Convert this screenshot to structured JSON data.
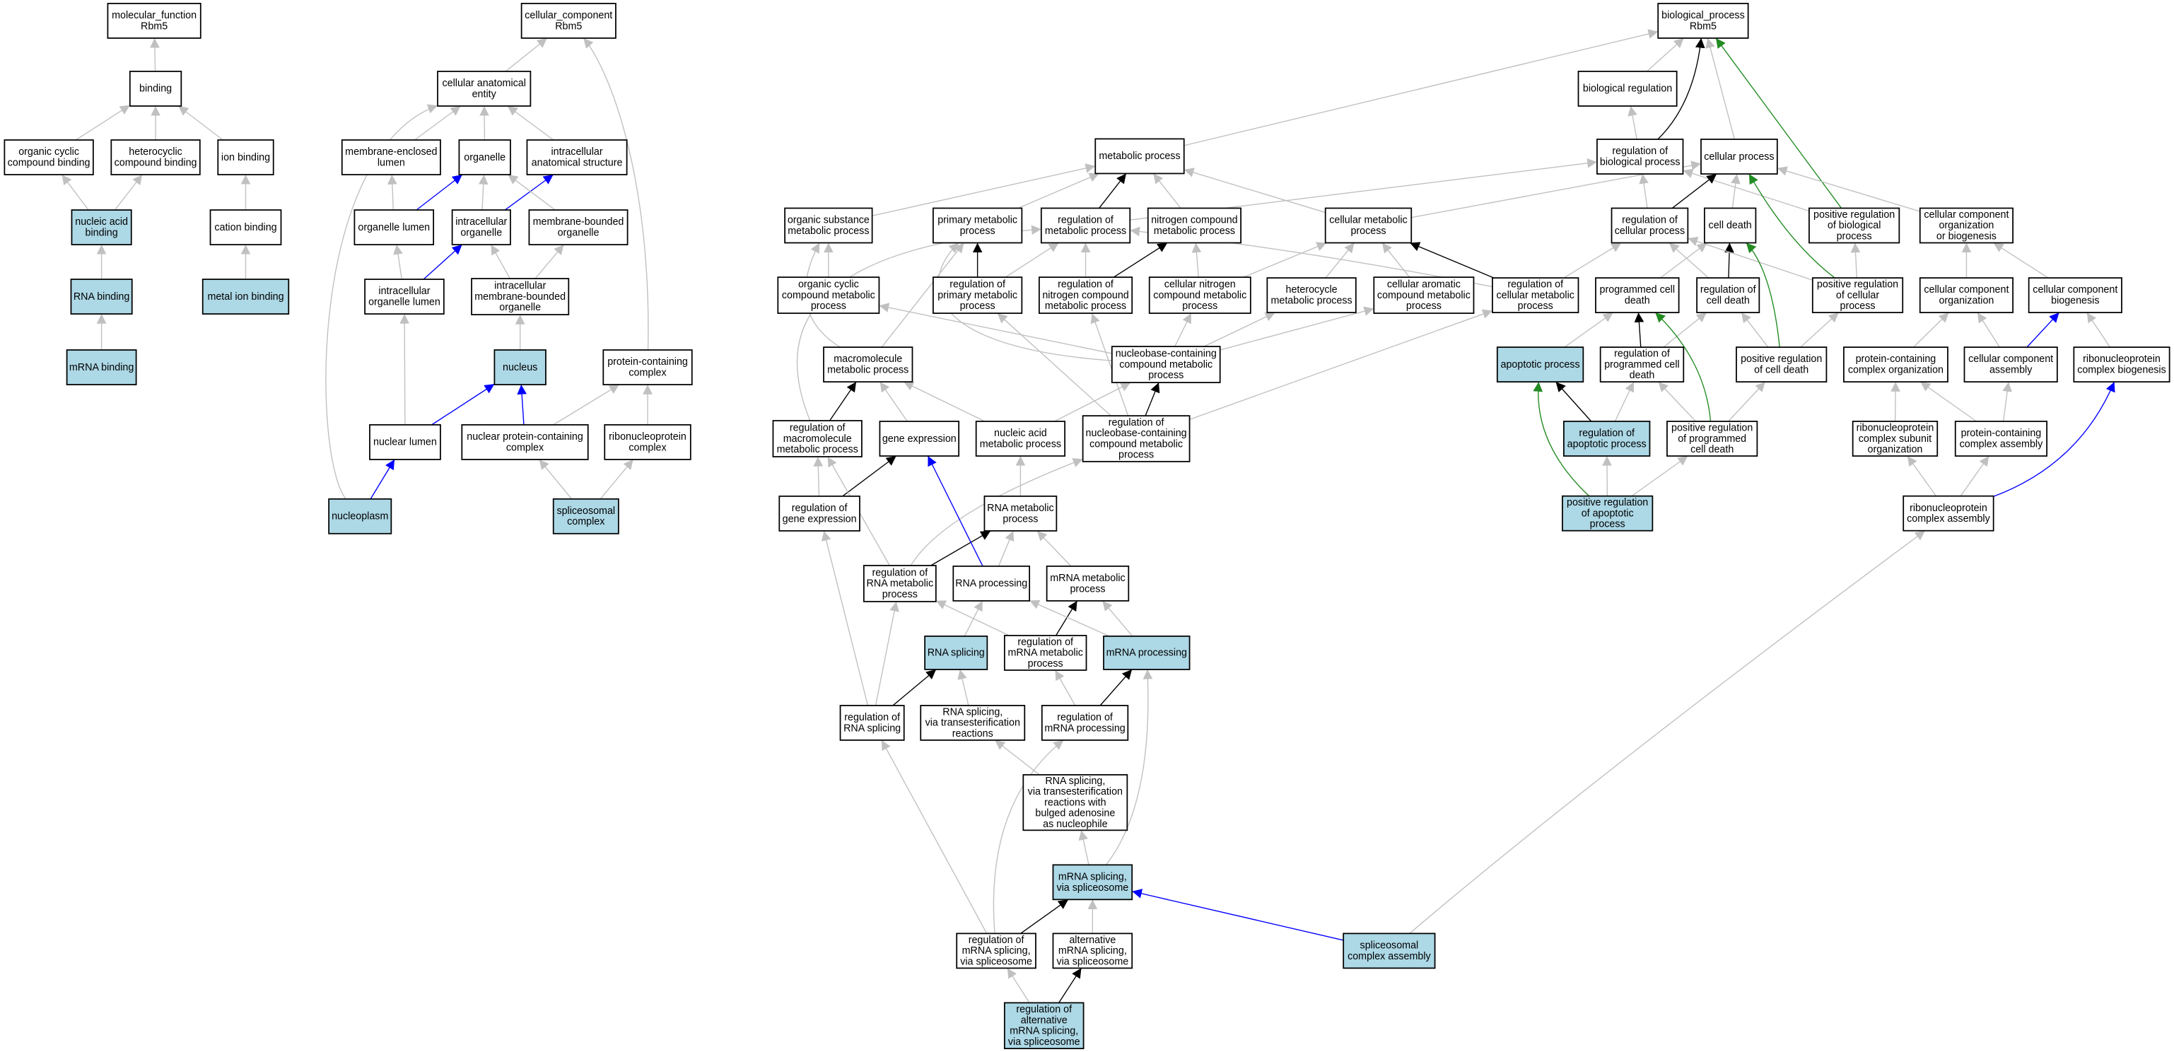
{
  "colors": {
    "highlight_fill": "#add8e6",
    "default_fill": "#ffffff",
    "edge_gray": "#c0c0c0",
    "edge_black": "#000000",
    "edge_blue": "#0000ff",
    "edge_green": "#228b22"
  },
  "nodes": [
    {
      "id": "mf_root",
      "lines": [
        "molecular_function",
        "Rbm5"
      ]
    },
    {
      "id": "binding",
      "lines": [
        "binding"
      ]
    },
    {
      "id": "occb",
      "lines": [
        "organic cyclic",
        "compound binding"
      ]
    },
    {
      "id": "hcb",
      "lines": [
        "heterocyclic",
        "compound binding"
      ]
    },
    {
      "id": "ionb",
      "lines": [
        "ion binding"
      ]
    },
    {
      "id": "nab",
      "lines": [
        "nucleic acid",
        "binding"
      ],
      "highlighted": true
    },
    {
      "id": "catb",
      "lines": [
        "cation binding"
      ]
    },
    {
      "id": "rnab",
      "lines": [
        "RNA binding"
      ],
      "highlighted": true
    },
    {
      "id": "metb",
      "lines": [
        "metal ion binding"
      ],
      "highlighted": true
    },
    {
      "id": "mrnab",
      "lines": [
        "mRNA binding"
      ],
      "highlighted": true
    },
    {
      "id": "cc_root",
      "lines": [
        "cellular_component",
        "Rbm5"
      ]
    },
    {
      "id": "cae",
      "lines": [
        "cellular anatomical",
        "entity"
      ]
    },
    {
      "id": "mel",
      "lines": [
        "membrane-enclosed",
        "lumen"
      ]
    },
    {
      "id": "org",
      "lines": [
        "organelle"
      ]
    },
    {
      "id": "ias",
      "lines": [
        "intracellular",
        "anatomical structure"
      ]
    },
    {
      "id": "orgl",
      "lines": [
        "organelle lumen"
      ]
    },
    {
      "id": "io",
      "lines": [
        "intracellular",
        "organelle"
      ]
    },
    {
      "id": "mbo",
      "lines": [
        "membrane-bounded",
        "organelle"
      ]
    },
    {
      "id": "iol",
      "lines": [
        "intracellular",
        "organelle lumen"
      ]
    },
    {
      "id": "imbo",
      "lines": [
        "intracellular",
        "membrane-bounded",
        "organelle"
      ]
    },
    {
      "id": "nucleus",
      "lines": [
        "nucleus"
      ],
      "highlighted": true
    },
    {
      "id": "pcc",
      "lines": [
        "protein-containing",
        "complex"
      ]
    },
    {
      "id": "nl",
      "lines": [
        "nuclear lumen"
      ]
    },
    {
      "id": "npcc",
      "lines": [
        "nuclear protein-containing",
        "complex"
      ]
    },
    {
      "id": "rnpc",
      "lines": [
        "ribonucleoprotein",
        "complex"
      ]
    },
    {
      "id": "nucleoplasm",
      "lines": [
        "nucleoplasm"
      ],
      "highlighted": true
    },
    {
      "id": "splc",
      "lines": [
        "spliceosomal",
        "complex"
      ],
      "highlighted": true
    },
    {
      "id": "bp_root",
      "lines": [
        "biological_process",
        "Rbm5"
      ]
    },
    {
      "id": "breg",
      "lines": [
        "biological regulation"
      ]
    },
    {
      "id": "mp",
      "lines": [
        "metabolic process"
      ]
    },
    {
      "id": "rbp",
      "lines": [
        "regulation of",
        "biological process"
      ]
    },
    {
      "id": "cp",
      "lines": [
        "cellular process"
      ]
    },
    {
      "id": "osmp",
      "lines": [
        "organic substance",
        "metabolic process"
      ]
    },
    {
      "id": "pmp",
      "lines": [
        "primary metabolic",
        "process"
      ]
    },
    {
      "id": "rmp",
      "lines": [
        "regulation of",
        "metabolic process"
      ]
    },
    {
      "id": "ncmp",
      "lines": [
        "nitrogen compound",
        "metabolic process"
      ]
    },
    {
      "id": "cmp",
      "lines": [
        "cellular metabolic",
        "process"
      ]
    },
    {
      "id": "rcp",
      "lines": [
        "regulation of",
        "cellular process"
      ]
    },
    {
      "id": "cd",
      "lines": [
        "cell death"
      ]
    },
    {
      "id": "prbp",
      "lines": [
        "positive regulation",
        "of biological",
        "process"
      ]
    },
    {
      "id": "ccob",
      "lines": [
        "cellular component",
        "organization",
        "or biogenesis"
      ]
    },
    {
      "id": "occmp",
      "lines": [
        "organic cyclic",
        "compound metabolic",
        "process"
      ]
    },
    {
      "id": "rpmp",
      "lines": [
        "regulation of",
        "primary metabolic",
        "process"
      ]
    },
    {
      "id": "rncmp",
      "lines": [
        "regulation of",
        "nitrogen compound",
        "metabolic process"
      ]
    },
    {
      "id": "cncmp",
      "lines": [
        "cellular nitrogen",
        "compound metabolic",
        "process"
      ]
    },
    {
      "id": "hmp",
      "lines": [
        "heterocycle",
        "metabolic process"
      ]
    },
    {
      "id": "cacmp",
      "lines": [
        "cellular aromatic",
        "compound metabolic",
        "process"
      ]
    },
    {
      "id": "rcmp",
      "lines": [
        "regulation of",
        "cellular metabolic",
        "process"
      ]
    },
    {
      "id": "pcd",
      "lines": [
        "programmed cell",
        "death"
      ]
    },
    {
      "id": "rcd",
      "lines": [
        "regulation of",
        "cell death"
      ]
    },
    {
      "id": "prcp",
      "lines": [
        "positive regulation",
        "of cellular",
        "process"
      ]
    },
    {
      "id": "ccorg",
      "lines": [
        "cellular component",
        "organization"
      ]
    },
    {
      "id": "ccbio",
      "lines": [
        "cellular component",
        "biogenesis"
      ]
    },
    {
      "id": "mmp",
      "lines": [
        "macromolecule",
        "metabolic process"
      ]
    },
    {
      "id": "nbcmp",
      "lines": [
        "nucleobase-containing",
        "compound metabolic",
        "process"
      ]
    },
    {
      "id": "ap",
      "lines": [
        "apoptotic process"
      ],
      "highlighted": true
    },
    {
      "id": "rpcd",
      "lines": [
        "regulation of",
        "programmed cell",
        "death"
      ]
    },
    {
      "id": "prcd",
      "lines": [
        "positive regulation",
        "of cell death"
      ]
    },
    {
      "id": "pcco",
      "lines": [
        "protein-containing",
        "complex organization"
      ]
    },
    {
      "id": "cca",
      "lines": [
        "cellular component",
        "assembly"
      ]
    },
    {
      "id": "rnpcb",
      "lines": [
        "ribonucleoprotein",
        "complex biogenesis"
      ]
    },
    {
      "id": "rmmp",
      "lines": [
        "regulation of",
        "macromolecule",
        "metabolic process"
      ]
    },
    {
      "id": "ge",
      "lines": [
        "gene expression"
      ]
    },
    {
      "id": "namp",
      "lines": [
        "nucleic acid",
        "metabolic process"
      ]
    },
    {
      "id": "rnbcmp",
      "lines": [
        "regulation of",
        "nucleobase-containing",
        "compound metabolic",
        "process"
      ]
    },
    {
      "id": "rap",
      "lines": [
        "regulation of",
        "apoptotic process"
      ],
      "highlighted": true
    },
    {
      "id": "prpcd",
      "lines": [
        "positive regulation",
        "of programmed",
        "cell death"
      ]
    },
    {
      "id": "rnpcso",
      "lines": [
        "ribonucleoprotein",
        "complex subunit",
        "organization"
      ]
    },
    {
      "id": "pcca",
      "lines": [
        "protein-containing",
        "complex assembly"
      ]
    },
    {
      "id": "rge",
      "lines": [
        "regulation of",
        "gene expression"
      ]
    },
    {
      "id": "rnamp",
      "lines": [
        "RNA metabolic",
        "process"
      ]
    },
    {
      "id": "prap",
      "lines": [
        "positive regulation",
        "of apoptotic",
        "process"
      ],
      "highlighted": true
    },
    {
      "id": "rnpca",
      "lines": [
        "ribonucleoprotein",
        "complex assembly"
      ]
    },
    {
      "id": "rrnamp",
      "lines": [
        "regulation of",
        "RNA metabolic",
        "process"
      ]
    },
    {
      "id": "rnap",
      "lines": [
        "RNA processing"
      ]
    },
    {
      "id": "mrnamp",
      "lines": [
        "mRNA metabolic",
        "process"
      ]
    },
    {
      "id": "rnas",
      "lines": [
        "RNA splicing"
      ],
      "highlighted": true
    },
    {
      "id": "rmrnamp",
      "lines": [
        "regulation of",
        "mRNA metabolic",
        "process"
      ]
    },
    {
      "id": "mrnap",
      "lines": [
        "mRNA processing"
      ],
      "highlighted": true
    },
    {
      "id": "rrnas",
      "lines": [
        "regulation of",
        "RNA splicing"
      ]
    },
    {
      "id": "rnast",
      "lines": [
        "RNA splicing,",
        "via transesterification",
        "reactions"
      ]
    },
    {
      "id": "rmrnap",
      "lines": [
        "regulation of",
        "mRNA processing"
      ]
    },
    {
      "id": "bulged",
      "lines": [
        "RNA splicing,",
        "via transesterification",
        "reactions with",
        "bulged adenosine",
        "as nucleophile"
      ]
    },
    {
      "id": "mss",
      "lines": [
        "mRNA splicing,",
        "via spliceosome"
      ],
      "highlighted": true
    },
    {
      "id": "sca",
      "lines": [
        "spliceosomal",
        "complex assembly"
      ],
      "highlighted": true
    },
    {
      "id": "rmss",
      "lines": [
        "regulation of",
        "mRNA splicing,",
        "via spliceosome"
      ]
    },
    {
      "id": "amss",
      "lines": [
        "alternative",
        "mRNA splicing,",
        "via spliceosome"
      ]
    },
    {
      "id": "ramss",
      "lines": [
        "regulation of",
        "alternative",
        "mRNA splicing,",
        "via spliceosome"
      ],
      "highlighted": true
    }
  ],
  "edges": [
    [
      "binding",
      "mf_root",
      "gray"
    ],
    [
      "occb",
      "binding",
      "gray"
    ],
    [
      "hcb",
      "binding",
      "gray"
    ],
    [
      "ionb",
      "binding",
      "gray"
    ],
    [
      "nab",
      "occb",
      "gray"
    ],
    [
      "nab",
      "hcb",
      "gray"
    ],
    [
      "catb",
      "ionb",
      "gray"
    ],
    [
      "metb",
      "catb",
      "gray"
    ],
    [
      "rnab",
      "nab",
      "gray"
    ],
    [
      "mrnab",
      "rnab",
      "gray"
    ],
    [
      "cae",
      "cc_root",
      "gray"
    ],
    [
      "pcc",
      "cc_root",
      "gray"
    ],
    [
      "mel",
      "cae",
      "gray"
    ],
    [
      "org",
      "cae",
      "gray"
    ],
    [
      "ias",
      "cae",
      "gray"
    ],
    [
      "orgl",
      "mel",
      "gray"
    ],
    [
      "orgl",
      "org",
      "blue"
    ],
    [
      "io",
      "org",
      "gray"
    ],
    [
      "io",
      "ias",
      "blue"
    ],
    [
      "mbo",
      "org",
      "gray"
    ],
    [
      "iol",
      "orgl",
      "gray"
    ],
    [
      "iol",
      "io",
      "blue"
    ],
    [
      "imbo",
      "io",
      "gray"
    ],
    [
      "imbo",
      "mbo",
      "gray"
    ],
    [
      "nucleus",
      "imbo",
      "gray"
    ],
    [
      "nl",
      "iol",
      "gray"
    ],
    [
      "nl",
      "nucleus",
      "blue"
    ],
    [
      "npcc",
      "nucleus",
      "blue"
    ],
    [
      "npcc",
      "pcc",
      "gray"
    ],
    [
      "rnpc",
      "pcc",
      "gray"
    ],
    [
      "nucleoplasm",
      "nl",
      "blue"
    ],
    [
      "nucleoplasm",
      "cae",
      "gray"
    ],
    [
      "splc",
      "npcc",
      "gray"
    ],
    [
      "splc",
      "rnpc",
      "gray"
    ],
    [
      "breg",
      "bp_root",
      "gray"
    ],
    [
      "mp",
      "bp_root",
      "gray"
    ],
    [
      "rbp",
      "breg",
      "gray"
    ],
    [
      "rbp",
      "bp_root",
      "black"
    ],
    [
      "cp",
      "bp_root",
      "gray"
    ],
    [
      "prbp",
      "bp_root",
      "green"
    ],
    [
      "prbp",
      "rbp",
      "gray"
    ],
    [
      "osmp",
      "mp",
      "gray"
    ],
    [
      "pmp",
      "mp",
      "gray"
    ],
    [
      "rmp",
      "mp",
      "black"
    ],
    [
      "rmp",
      "rbp",
      "gray"
    ],
    [
      "ncmp",
      "mp",
      "gray"
    ],
    [
      "cmp",
      "mp",
      "gray"
    ],
    [
      "cmp",
      "cp",
      "gray"
    ],
    [
      "rcp",
      "rbp",
      "gray"
    ],
    [
      "rcp",
      "cp",
      "black"
    ],
    [
      "cd",
      "cp",
      "gray"
    ],
    [
      "ccob",
      "cp",
      "gray"
    ],
    [
      "occmp",
      "osmp",
      "gray"
    ],
    [
      "rpmp",
      "pmp",
      "black"
    ],
    [
      "rpmp",
      "rmp",
      "gray"
    ],
    [
      "rncmp",
      "rmp",
      "gray"
    ],
    [
      "rncmp",
      "ncmp",
      "black"
    ],
    [
      "cncmp",
      "ncmp",
      "gray"
    ],
    [
      "cncmp",
      "cmp",
      "gray"
    ],
    [
      "hmp",
      "cmp",
      "gray"
    ],
    [
      "cacmp",
      "cmp",
      "gray"
    ],
    [
      "rcmp",
      "cmp",
      "black"
    ],
    [
      "rcmp",
      "rmp",
      "gray"
    ],
    [
      "rcmp",
      "rcp",
      "gray"
    ],
    [
      "pcd",
      "cd",
      "gray"
    ],
    [
      "rcd",
      "cd",
      "black"
    ],
    [
      "rcd",
      "rcp",
      "gray"
    ],
    [
      "prcp",
      "cp",
      "green"
    ],
    [
      "prcp",
      "rcp",
      "gray"
    ],
    [
      "prcp",
      "prbp",
      "gray"
    ],
    [
      "ccorg",
      "ccob",
      "gray"
    ],
    [
      "ccbio",
      "ccob",
      "gray"
    ],
    [
      "mmp",
      "osmp",
      "gray"
    ],
    [
      "mmp",
      "pmp",
      "gray"
    ],
    [
      "nbcmp",
      "cncmp",
      "gray"
    ],
    [
      "nbcmp",
      "hmp",
      "gray"
    ],
    [
      "nbcmp",
      "cacmp",
      "gray"
    ],
    [
      "nbcmp",
      "occmp",
      "gray"
    ],
    [
      "nbcmp",
      "pmp",
      "gray"
    ],
    [
      "ap",
      "pcd",
      "gray"
    ],
    [
      "rpcd",
      "pcd",
      "black"
    ],
    [
      "rpcd",
      "rcd",
      "gray"
    ],
    [
      "prcd",
      "rcd",
      "gray"
    ],
    [
      "prcd",
      "cd",
      "green"
    ],
    [
      "prcd",
      "prcp",
      "gray"
    ],
    [
      "pcco",
      "ccorg",
      "gray"
    ],
    [
      "cca",
      "ccorg",
      "gray"
    ],
    [
      "cca",
      "ccbio",
      "blue"
    ],
    [
      "rnpcb",
      "ccbio",
      "gray"
    ],
    [
      "rmmp",
      "mmp",
      "black"
    ],
    [
      "rmmp",
      "rmp",
      "gray"
    ],
    [
      "ge",
      "mmp",
      "gray"
    ],
    [
      "namp",
      "mmp",
      "gray"
    ],
    [
      "namp",
      "nbcmp",
      "gray"
    ],
    [
      "rnbcmp",
      "nbcmp",
      "black"
    ],
    [
      "rnbcmp",
      "rcmp",
      "gray"
    ],
    [
      "rnbcmp",
      "rpmp",
      "gray"
    ],
    [
      "rnbcmp",
      "rncmp",
      "gray"
    ],
    [
      "rap",
      "ap",
      "black"
    ],
    [
      "rap",
      "rpcd",
      "gray"
    ],
    [
      "prpcd",
      "rpcd",
      "gray"
    ],
    [
      "prpcd",
      "pcd",
      "green"
    ],
    [
      "prpcd",
      "prcd",
      "gray"
    ],
    [
      "rnpcso",
      "pcco",
      "gray"
    ],
    [
      "pcca",
      "pcco",
      "gray"
    ],
    [
      "pcca",
      "cca",
      "gray"
    ],
    [
      "rge",
      "ge",
      "black"
    ],
    [
      "rge",
      "rmmp",
      "gray"
    ],
    [
      "rnamp",
      "namp",
      "gray"
    ],
    [
      "prap",
      "ap",
      "green"
    ],
    [
      "prap",
      "rap",
      "gray"
    ],
    [
      "prap",
      "prpcd",
      "gray"
    ],
    [
      "rnpca",
      "rnpcso",
      "gray"
    ],
    [
      "rnpca",
      "pcca",
      "gray"
    ],
    [
      "rnpca",
      "rnpcb",
      "blue"
    ],
    [
      "rrnamp",
      "rnamp",
      "black"
    ],
    [
      "rrnamp",
      "rmmp",
      "gray"
    ],
    [
      "rrnamp",
      "rnbcmp",
      "gray"
    ],
    [
      "rnap",
      "ge",
      "blue"
    ],
    [
      "rnap",
      "rnamp",
      "gray"
    ],
    [
      "mrnamp",
      "rnamp",
      "gray"
    ],
    [
      "rnas",
      "rnap",
      "gray"
    ],
    [
      "rmrnamp",
      "rrnamp",
      "gray"
    ],
    [
      "rmrnamp",
      "mrnamp",
      "black"
    ],
    [
      "mrnap",
      "rnap",
      "gray"
    ],
    [
      "mrnap",
      "mrnamp",
      "gray"
    ],
    [
      "rrnas",
      "rnas",
      "black"
    ],
    [
      "rrnas",
      "rrnamp",
      "gray"
    ],
    [
      "rrnas",
      "rge",
      "gray"
    ],
    [
      "rnast",
      "rnas",
      "gray"
    ],
    [
      "rmrnap",
      "rmrnamp",
      "gray"
    ],
    [
      "rmrnap",
      "mrnap",
      "black"
    ],
    [
      "bulged",
      "rnast",
      "gray"
    ],
    [
      "mss",
      "bulged",
      "gray"
    ],
    [
      "mss",
      "mrnap",
      "gray"
    ],
    [
      "rmss",
      "mss",
      "black"
    ],
    [
      "rmss",
      "rrnas",
      "gray"
    ],
    [
      "rmss",
      "rmrnap",
      "gray"
    ],
    [
      "amss",
      "mss",
      "gray"
    ],
    [
      "ramss",
      "rmss",
      "gray"
    ],
    [
      "ramss",
      "amss",
      "black"
    ],
    [
      "sca",
      "mss",
      "blue"
    ],
    [
      "sca",
      "rnpca",
      "gray"
    ]
  ]
}
